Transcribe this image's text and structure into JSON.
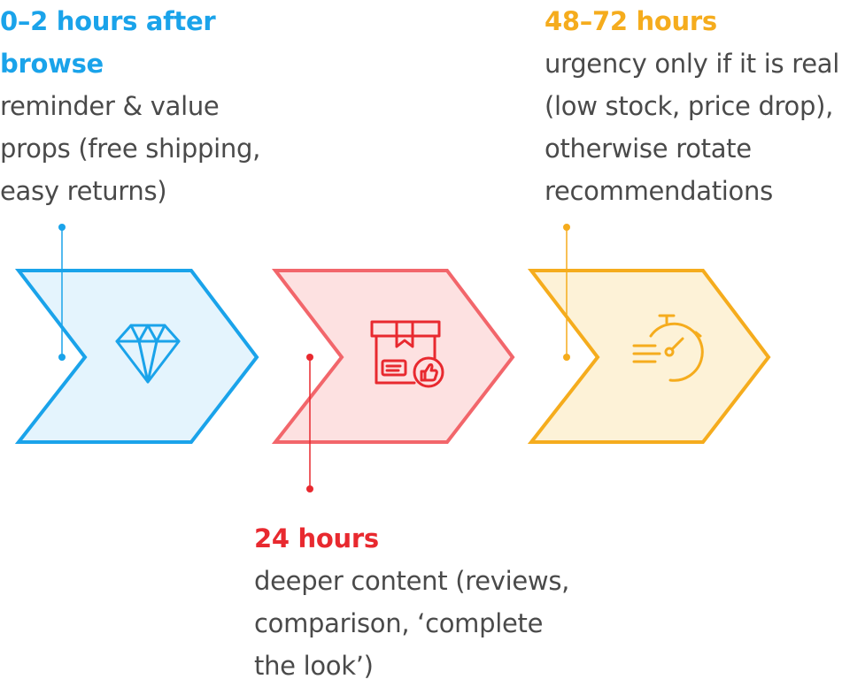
{
  "colors": {
    "step1": "#1aa3ea",
    "step1_fill": "#e4f4fd",
    "step2": "#f2666b",
    "step2_fill": "#fde1e1",
    "step2_title": "#e8292f",
    "step3": "#f5ac1d",
    "step3_fill": "#fdf2d7",
    "body_text": "#4a4a4a"
  },
  "steps": [
    {
      "title": "0–2 hours after browse",
      "body": "reminder & value props (free shipping, easy returns)",
      "icon": "diamond-icon"
    },
    {
      "title": "24 hours",
      "body": "deeper content (reviews, comparison, ‘complete the look’)",
      "icon": "package-thumbs-up-icon"
    },
    {
      "title": "48–72 hours",
      "body": "urgency only if it is real (low stock, price drop), otherwise rotate recommendations",
      "icon": "stopwatch-icon"
    }
  ]
}
